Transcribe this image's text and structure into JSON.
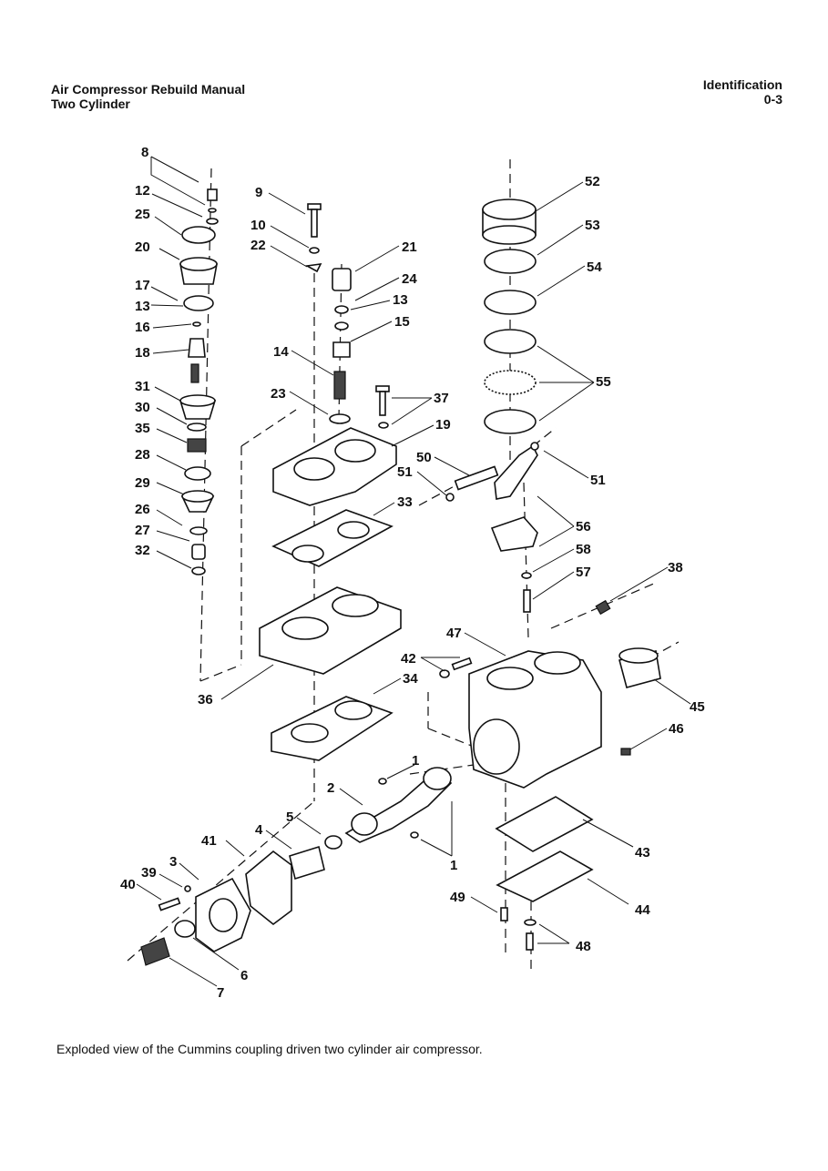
{
  "header": {
    "title_line1": "Air Compressor Rebuild Manual",
    "title_line2": "Two Cylinder",
    "section": "Identification",
    "page": "0-3"
  },
  "caption": "Exploded view of the Cummins coupling driven two cylinder air compressor.",
  "callouts": [
    "8",
    "12",
    "25",
    "20",
    "17",
    "13",
    "16",
    "18",
    "31",
    "30",
    "35",
    "28",
    "29",
    "26",
    "27",
    "32",
    "9",
    "10",
    "22",
    "21",
    "24",
    "13",
    "15",
    "14",
    "23",
    "37",
    "19",
    "50",
    "51",
    "33",
    "36",
    "34",
    "52",
    "53",
    "54",
    "55",
    "51",
    "56",
    "58",
    "57",
    "38",
    "47",
    "42",
    "45",
    "46",
    "1",
    "2",
    "5",
    "4",
    "41",
    "3",
    "39",
    "40",
    "6",
    "7",
    "1",
    "43",
    "44",
    "49",
    "48"
  ],
  "colors": {
    "ink": "#111111",
    "paper": "#ffffff"
  }
}
